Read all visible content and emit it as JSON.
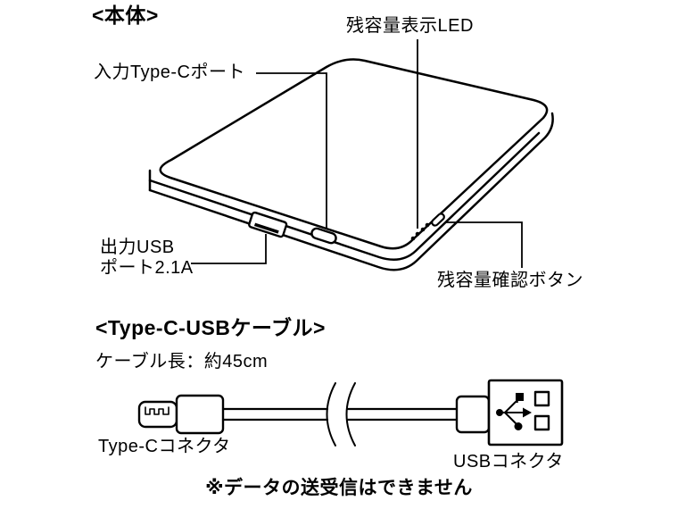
{
  "colors": {
    "background": "#ffffff",
    "line": "#000000",
    "text": "#000000"
  },
  "body_section": {
    "heading": "<本体>",
    "led_label": "残容量表示LED",
    "input_port_label": "入力Type-Cポート",
    "output_port_label": "出力USB\nポート2.1A",
    "button_label": "残容量確認ボタン"
  },
  "cable_section": {
    "heading": "<Type-C-USBケーブル>",
    "length_label": "ケーブル長：約45cm",
    "typec_connector_label": "Type-Cコネクタ",
    "usb_connector_label": "USBコネクタ",
    "note": "※データの送受信はできません"
  }
}
